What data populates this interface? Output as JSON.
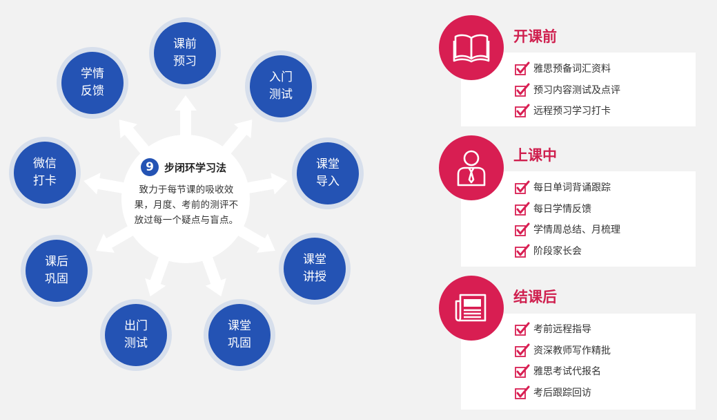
{
  "diagram": {
    "hub": {
      "number": "9",
      "title": "步闭环学习法",
      "description": "致力于每节课的吸收效果，月度、考前的测评不放过每一个疑点与盲点。"
    },
    "steps": [
      {
        "label": "课前\n预习"
      },
      {
        "label": "入门\n测试"
      },
      {
        "label": "课堂\n导入"
      },
      {
        "label": "课堂\n讲授"
      },
      {
        "label": "课堂\n巩固"
      },
      {
        "label": "出门\n测试"
      },
      {
        "label": "课后\n巩固"
      },
      {
        "label": "微信\n打卡"
      },
      {
        "label": "学情\n反馈"
      }
    ],
    "colors": {
      "node": "#2453b4",
      "node_ring": "#d7dfec",
      "arrow": "#ffffff"
    }
  },
  "phases": [
    {
      "title": "开课前",
      "icon": "open-book-icon",
      "items": [
        "雅思预备词汇资料",
        "预习内容测试及点评",
        "远程预习学习打卡"
      ]
    },
    {
      "title": "上课中",
      "icon": "teacher-icon",
      "items": [
        "每日单词背诵跟踪",
        "每日学情反馈",
        "学情周总结、月梳理",
        "阶段家长会"
      ]
    },
    {
      "title": "结课后",
      "icon": "newspaper-icon",
      "items": [
        "考前远程指导",
        "资深教师写作精批",
        "雅思考试代报名",
        "考后跟踪回访"
      ]
    }
  ],
  "colors": {
    "accent": "#d81e52",
    "title": "#cf1f4e",
    "check": "#d81e52",
    "panel": "#ffffff",
    "background": "#f2f2f2"
  }
}
